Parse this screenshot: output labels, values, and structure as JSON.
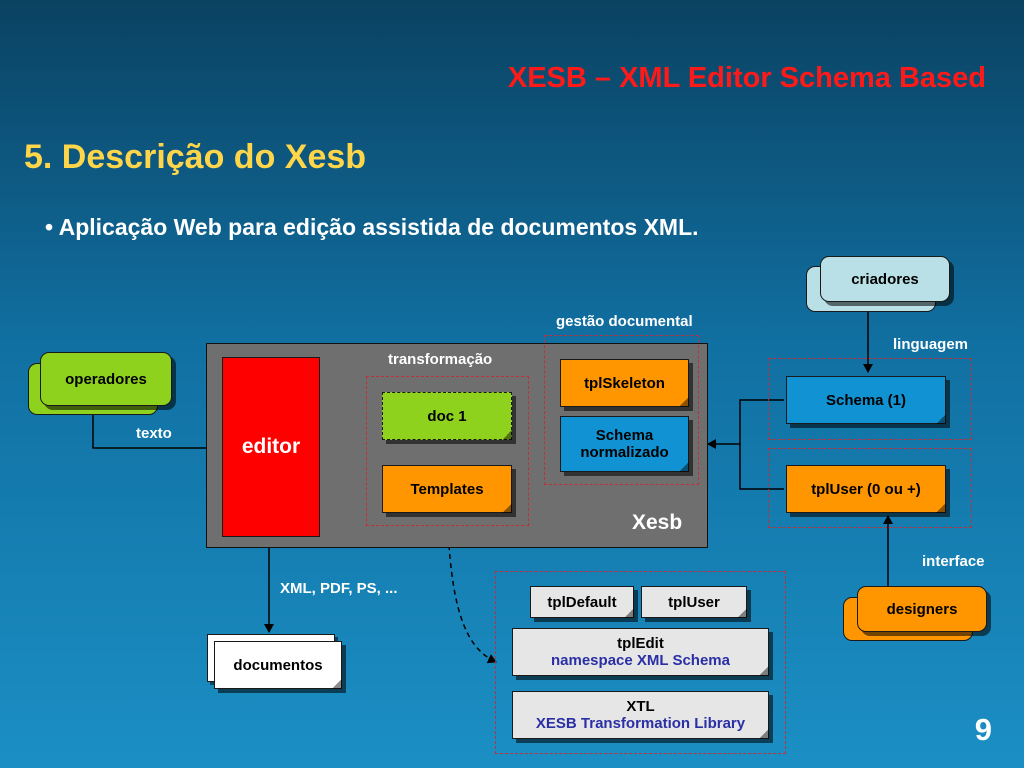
{
  "header": {
    "title": "XESB – XML Editor Schema Based"
  },
  "section": {
    "title": "5. Descrição do Xesb"
  },
  "bullet": {
    "text": "• Aplicação Web para edição assistida de documentos XML."
  },
  "diagram": {
    "operadores": "operadores",
    "texto": "texto",
    "editor": "editor",
    "transformacao": "transformação",
    "doc1": "doc 1",
    "templates": "Templates",
    "gestao_documental": "gestão documental",
    "tplskeleton": "tplSkeleton",
    "schema_normalizado_line1": "Schema",
    "schema_normalizado_line2": "normalizado",
    "xesb": "Xesb",
    "criadores": "criadores",
    "linguagem": "linguagem",
    "schema1": "Schema (1)",
    "tpluser_multi": "tplUser (0 ou +)",
    "interface": "interface",
    "designers": "designers",
    "output_formats": "XML, PDF, PS, ...",
    "documentos": "documentos",
    "tpldefault": "tplDefault",
    "tpluser": "tplUser",
    "tpledit_line1": "tplEdit",
    "tpledit_line2": "namespace XML Schema",
    "xtl_line1": "XTL",
    "xtl_line2": "XESB Transformation Library"
  },
  "colors": {
    "title_red": "#ff1a1a",
    "section_yellow": "#ffd54a",
    "green": "#8ed21d",
    "orange": "#ff9600",
    "blue": "#1193d3",
    "editor_red": "#ff0000",
    "dashed_border": "#c0303a"
  },
  "page": {
    "number": "9"
  }
}
